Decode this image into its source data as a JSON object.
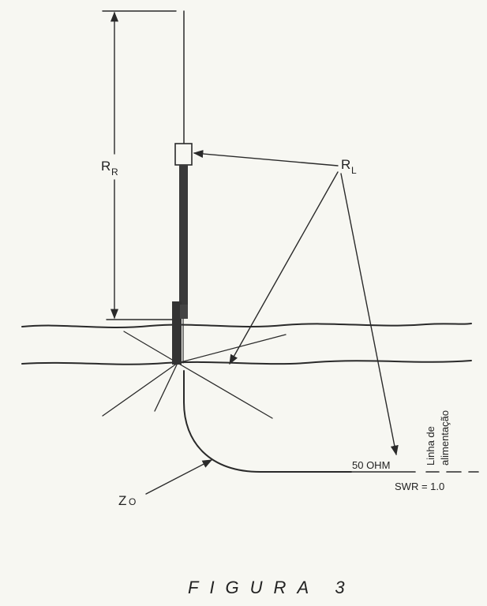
{
  "labels": {
    "radiation_resistance": "R",
    "radiation_resistance_sub": "R",
    "load_resistance": "R",
    "load_resistance_sub": "L",
    "characteristic_impedance": "Z",
    "characteristic_impedance_sub": "O",
    "impedance": "50 OHM",
    "swr": "SWR = 1.0",
    "feed_line_line1": "Linha de",
    "feed_line_line2": "alimentação"
  },
  "caption": "FIGURA 3",
  "colors": {
    "ink": "#2a2a2a",
    "paper": "#f7f7f2"
  }
}
